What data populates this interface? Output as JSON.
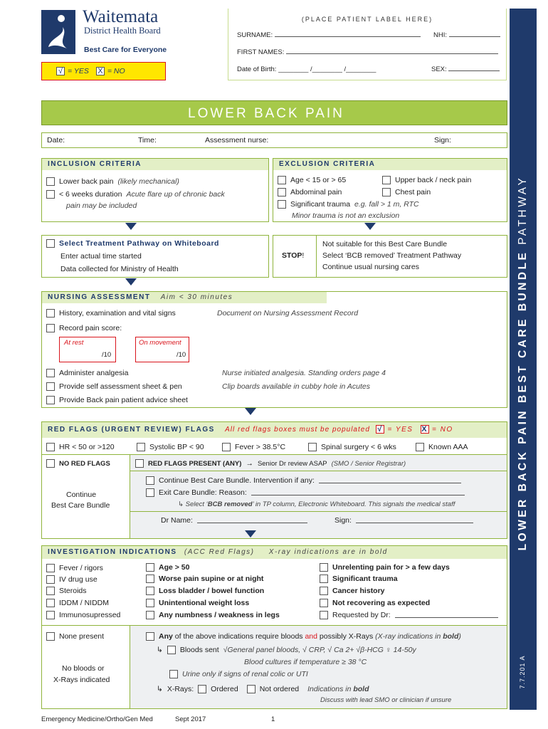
{
  "header": {
    "org_name": "Waitemata",
    "org_sub": "District Health Board",
    "tagline": "Best Care for Everyone",
    "legend_yes": "= YES",
    "legend_no": "= NO",
    "check_glyph": "√",
    "cross_glyph": "X",
    "patient_label": "(PLACE PATIENT LABEL HERE)",
    "surname": "SURNAME:",
    "nhi": "NHI:",
    "first_names": "FIRST NAMES:",
    "dob": "Date of Birth: ________ /________ /________",
    "sex": "SEX:",
    "title": "LOWER BACK PAIN",
    "side_light": "LOWER BACK PAIN",
    "side_bold": "BEST CARE BUNDLE",
    "side_tail": "PATHWAY",
    "side_code": "7.7.201 A",
    "colors": {
      "navy": "#1f3a6b",
      "green": "#a6c94a",
      "red": "#d9141b",
      "yellow": "#ffe600"
    }
  },
  "assessment_row": {
    "date": "Date:",
    "time": "Time:",
    "nurse": "Assessment nurse:",
    "sign": "Sign:"
  },
  "inclusion": {
    "title": "INCLUSION CRITERIA",
    "i1": "Lower back pain",
    "i1_note": "(likely mechanical)",
    "i2": "< 6 weeks duration",
    "i2_note": "Acute flare up of chronic back",
    "i2_note2": "pain may be included"
  },
  "exclusion": {
    "title": "EXCLUSION CRITERIA",
    "e1": "Age < 15  or > 65",
    "e2": "Upper back / neck pain",
    "e3": "Abdominal pain",
    "e4": "Chest pain",
    "e5": "Significant trauma",
    "e5_note": "e.g. fall > 1 m, RTC",
    "e6": "Minor trauma is not an exclusion"
  },
  "pathway": {
    "select": "Select Treatment Pathway on Whiteboard",
    "enter": "Enter actual time started",
    "data": "Data collected for Ministry of Health",
    "stop": "STOP",
    "stop_mark": "!",
    "n1": "Not suitable for this Best Care Bundle",
    "n2": "Select ‘BCB removed’ Treatment Pathway",
    "n3": "Continue usual nursing cares"
  },
  "nursing": {
    "title": "NURSING ASSESSMENT",
    "aim": "Aim < 30 minutes",
    "h1": "History, examination and vital signs",
    "h1_note": "Document on Nursing Assessment Record",
    "h2": "Record pain score:",
    "rest": "At rest",
    "rest_score": "/10",
    "move": "On movement",
    "move_score": "/10",
    "a1": "Administer analgesia",
    "a1_note": "Nurse initiated analgesia. Standing orders page 4",
    "a2": "Provide self assessment sheet  & pen",
    "a2_note": "Clip boards available in cubby hole in Acutes",
    "a3": "Provide Back pain patient advice sheet"
  },
  "redflags": {
    "title": "RED FLAGS (URGENT REVIEW) FLAGS",
    "note": "All red flags boxes must be populated",
    "yes": "= YES",
    "no": "= NO",
    "f1": "HR < 50 or >120",
    "f2": "Systolic BP < 90",
    "f3": "Fever > 38.5°C",
    "f4": "Spinal surgery < 6 wks",
    "f5": "Known AAA",
    "none": "NO RED FLAGS",
    "continue1": "Continue",
    "continue2": "Best Care Bundle",
    "present": "RED FLAGS PRESENT (ANY)",
    "present_arrow": "→",
    "senior": "Senior Dr review ASAP",
    "senior_note": "(SMO / Senior Registrar)",
    "c1": "Continue Best Care Bundle. Intervention if any:",
    "c2": "Exit Care Bundle: Reason:",
    "c3_arrow": "↳",
    "c3": "Select ‘",
    "c3_bold": "BCB removed",
    "c3_end": "’ in TP column, Electronic Whiteboard.  This signals the medical staff",
    "drname": "Dr Name:",
    "sign": "Sign:"
  },
  "investigation": {
    "title": "INVESTIGATION INDICATIONS",
    "sub": "(ACC Red Flags)",
    "xray": "X-ray indications  are in bold",
    "col1": [
      "Fever / rigors",
      "IV drug use",
      "Steroids",
      "IDDM / NIDDM",
      "Immunosupressed"
    ],
    "col2": [
      "Age > 50",
      "Worse pain supine or at night",
      "Loss bladder / bowel function",
      "Unintentional weight loss",
      "Any numbness / weakness in legs"
    ],
    "col3": [
      "Unrelenting pain for > a few days",
      "Significant trauma",
      "Cancer history",
      "Not recovering as expected"
    ],
    "requested": "Requested by Dr:",
    "none": "None present",
    "nob1": "No bloods or",
    "nob2": "X-Rays indicated",
    "any1": "Any",
    "any2": " of the above indications require bloods ",
    "any_and": "and",
    "any3": " possibly X-Rays ",
    "any4": "(X-ray indications in ",
    "any5": "bold",
    "any6": ")",
    "arrow": "↳",
    "bloods": "Bloods sent",
    "bloods_list": "√General panel bloods,  √ CRP,  √ Ca 2+ √β-HCG  ♀ 14-50y",
    "cultures": "Blood cultures if temperature ≥ 38 °C",
    "urine": "Urine only if signs of renal colic or UTI",
    "xrays": "X-Rays:",
    "ordered": "Ordered",
    "notordered": "Not ordered",
    "indications": "Indications in ",
    "indications_b": "bold",
    "discuss": "Discuss with  lead SMO or  clinician if unsure"
  },
  "footer": {
    "dept": "Emergency Medicine/Ortho/Gen Med",
    "date": "Sept 2017",
    "page": "1"
  }
}
